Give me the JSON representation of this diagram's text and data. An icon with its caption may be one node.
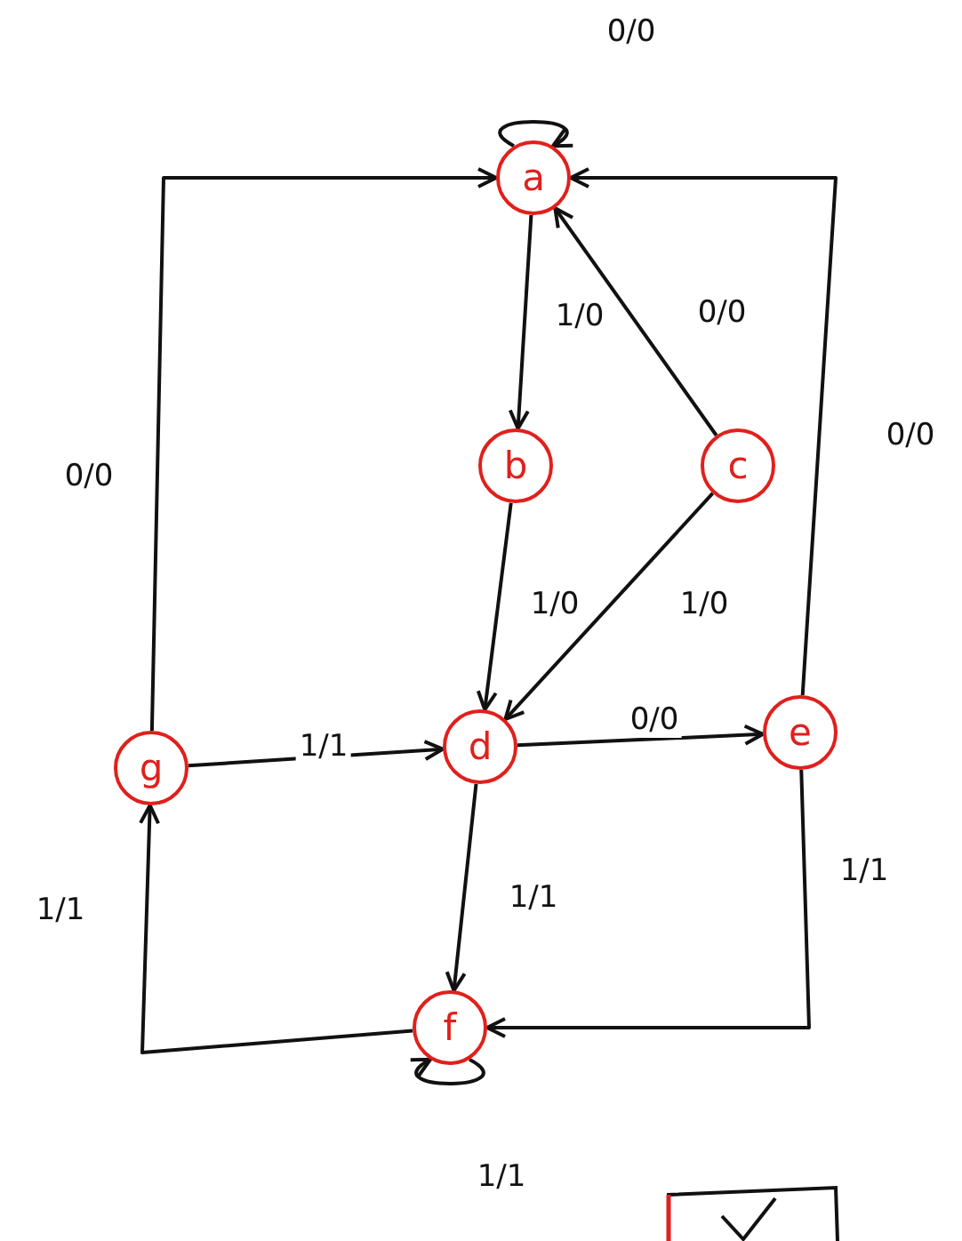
{
  "diagram": {
    "nodes": [
      {
        "text": [
          "a"
        ]
      },
      {
        "text": [
          "b"
        ]
      },
      {
        "text": [
          "c"
        ]
      },
      {
        "text": [
          "d"
        ]
      },
      {
        "text": [
          "e"
        ]
      },
      {
        "text": [
          "f"
        ]
      },
      {
        "text": [
          "g"
        ]
      }
    ],
    "edges": [
      {
        "from": 0,
        "to": 0,
        "arrow": "to",
        "label": "0/0"
      },
      {
        "from": 0,
        "to": 1,
        "arrow": "to",
        "label": "1/0"
      },
      {
        "from": 2,
        "to": 0,
        "arrow": "to",
        "label": "0/0"
      },
      {
        "from": 1,
        "to": 3,
        "arrow": "to",
        "label": "1/0"
      },
      {
        "from": 2,
        "to": 3,
        "arrow": "to",
        "label": "1/0"
      },
      {
        "from": 6,
        "to": 0,
        "arrow": "to",
        "label": "0/0"
      },
      {
        "from": 4,
        "to": 0,
        "arrow": "to",
        "label": "0/0"
      },
      {
        "from": 6,
        "to": 3,
        "arrow": "to",
        "label": "1/1"
      },
      {
        "from": 3,
        "to": 4,
        "arrow": "to",
        "label": "0/0"
      },
      {
        "from": 3,
        "to": 5,
        "arrow": "to",
        "label": "1/1"
      },
      {
        "from": 4,
        "to": 5,
        "arrow": "to",
        "label": "1/1"
      },
      {
        "from": 5,
        "to": 6,
        "arrow": "to",
        "label": "1/1"
      },
      {
        "from": 5,
        "to": 5,
        "arrow": "to",
        "label": "1/1"
      }
    ]
  }
}
